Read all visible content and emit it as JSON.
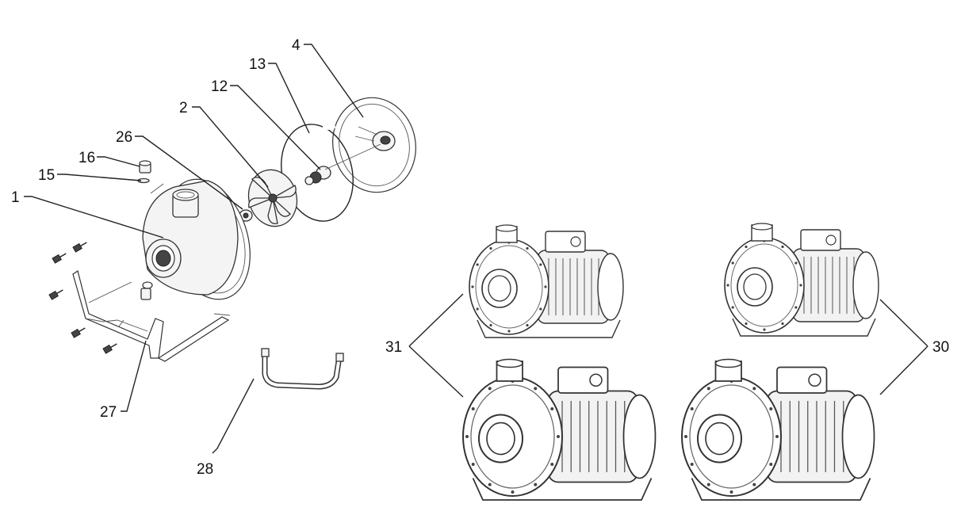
{
  "callouts": {
    "c1": "1",
    "c2": "2",
    "c4": "4",
    "c12": "12",
    "c13": "13",
    "c15": "15",
    "c16": "16",
    "c26": "26",
    "c27": "27",
    "c28": "28",
    "c30": "30",
    "c31": "31"
  }
}
